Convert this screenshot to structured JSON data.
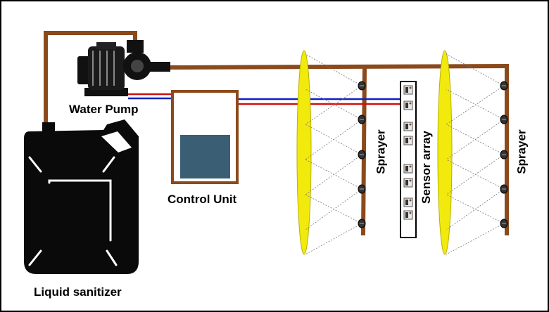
{
  "labels": {
    "pump": "Water Pump",
    "control": "Control Unit",
    "container": "Liquid sanitizer",
    "sprayer_left": "Sprayer",
    "sprayer_right": "Sprayer",
    "sensor": "Sensor array"
  },
  "colors": {
    "pipe": "#8B4A1C",
    "wire_positive": "#D01010",
    "wire_negative": "#1020C0",
    "spray": "#F2EA0D",
    "tank_liquid": "#3A5F75",
    "container": "#0A0A0A",
    "frame": "#000000"
  },
  "icons": [
    "pump-icon",
    "jerrycan-icon",
    "nozzle-icon",
    "sensor-icon"
  ]
}
